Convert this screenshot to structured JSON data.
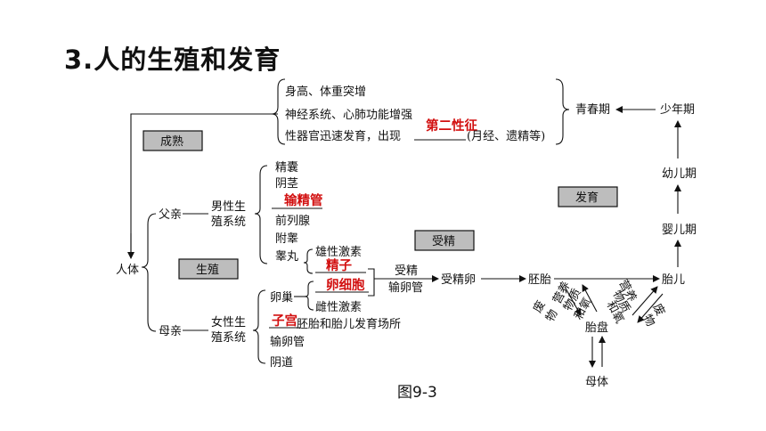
{
  "title": "3.人的生殖和发育",
  "figure_caption": "图9-3",
  "labels": {
    "renti": "人体",
    "fuqin": "父亲",
    "muqin": "母亲",
    "male_sys_1": "男性生",
    "male_sys_2": "殖系统",
    "female_sys_1": "女性生",
    "female_sys_2": "殖系统",
    "jingnang": "精囊",
    "yinjing": "阴茎",
    "qianliexian": "前列腺",
    "fugao": "附睾",
    "gaowan": "睾丸",
    "xiongxing": "雄性激素",
    "luanchao": "卵巢",
    "cixing": "雌性激素",
    "peitai_place": "胚胎和胎儿发育场所",
    "shuluanguan": "输卵管",
    "yindao": "阴道",
    "shoujing": "受精",
    "shoujing_place": "输卵管",
    "shoujingluan": "受精卵",
    "peitai": "胚胎",
    "taier": "胎儿",
    "yingerqi": "婴儿期",
    "youerqi": "幼儿期",
    "shaonianqi": "少年期",
    "qingchunqi": "青春期",
    "shengao": "身高、体重突增",
    "shenjing": "神经系统、心肺功能增强",
    "xingqiguan_a": "性器官迅速发育，出现",
    "xingqiguan_b": "(月经、遗精等)",
    "taipan": "胎盘",
    "muti": "母体",
    "feiwu_1": "废",
    "feiwu_2": "物",
    "yy1": "营养",
    "yy2": "物质",
    "yy3": "和氧",
    "yy4": "营养",
    "yy5": "物质",
    "yy6": "和氧",
    "fw2_1": "废",
    "fw2_2": "物"
  },
  "answers": {
    "dier_xingzheng": "第二性征",
    "shujingguan": "输精管",
    "jingzi": "精子",
    "luanxibao": "卵细胞",
    "zigong": "子宫"
  },
  "boxes": {
    "chengshu": "成熟",
    "shengzhi": "生殖",
    "shoujing": "受精",
    "fayu": "发育"
  },
  "colors": {
    "answer": "#d21010",
    "box_fill": "#bdbdbd"
  }
}
